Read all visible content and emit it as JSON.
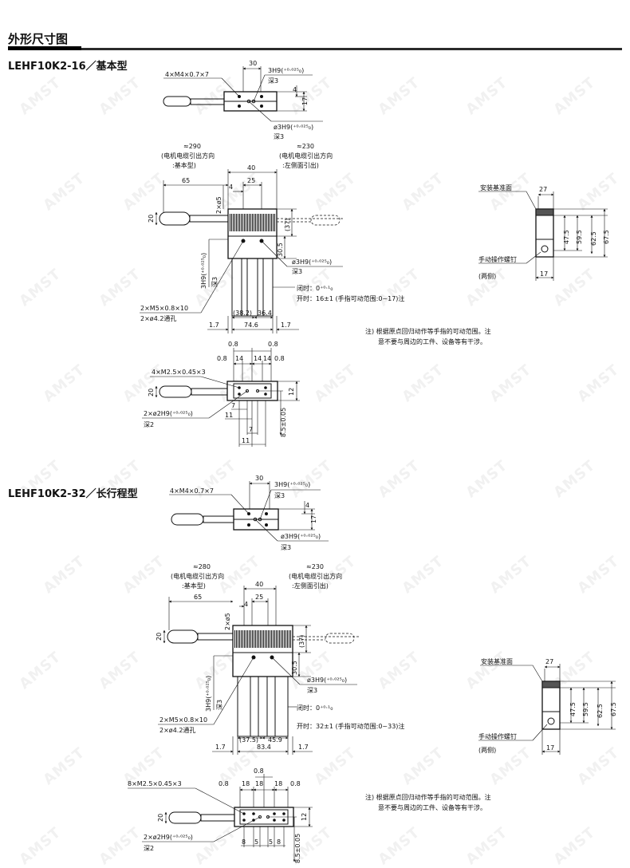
{
  "section_title": "外形尺寸图",
  "watermark": "AMST",
  "models": [
    {
      "title": "LEHF10K2-16／基本型",
      "top": {
        "dim_30": "30",
        "tap": "4×M4×0.7×7",
        "pin_top": "3H9(⁺⁰·⁰²⁵₀)",
        "depth_top": "深3",
        "dim_4": "4",
        "dim_17": "17",
        "pin_bot": "ø3H9(⁺⁰·⁰²⁵₀)",
        "depth_bot": "深3"
      },
      "front": {
        "cable_basic_len": "≈290",
        "cable_basic_line1": "(电机电缆引出方向",
        "cable_basic_line2": ":基本型)",
        "cable_left_len": "≈230",
        "cable_left_line1": "(电机电缆引出方向",
        "cable_left_line2": ":左侧面引出)",
        "dim_65": "65",
        "dim_40": "40",
        "dim_25": "25",
        "dim_4": "4",
        "dim_2x5": "2×ø5",
        "dim_20": "20",
        "dim_37": "(37)",
        "dim_30_5": "30.5",
        "pin": "ø3H9(⁺⁰·⁰²⁵₀)",
        "pin_depth": "深3",
        "side_pin": "3H9(⁺⁰·⁰²⁵₀)",
        "side_depth": "深3",
        "closed": "闭时：0⁺⁰·¹₀",
        "open": "开时：16±1 (手指可动范围:0~17)注",
        "tap": "2×M5×0.8×10",
        "through": "2×ø4.2通孔",
        "dim_38_2": "(38.2)",
        "dim_36_4": "36.4",
        "dim_1_7a": "1.7",
        "dim_74_6": "74.6",
        "dim_1_7b": "1.7"
      },
      "bottom": {
        "dim_0_8a": "0.8",
        "dim_0_8b": "0.8",
        "dim_0_8c": "0.8",
        "dim_14a": "14",
        "dim_14b": "14",
        "dim_14c": "14",
        "dim_0_8d": "0.8",
        "tap": "4×M2.5×0.45×3",
        "dim_20": "20",
        "dim_12": "12",
        "dim_7a": "7",
        "pin": "2×ø2H9(⁺⁰·⁰²⁵₀)",
        "depth": "深2",
        "dim_11a": "11",
        "dim_7b": "7",
        "dim_8_5": "8.5±0.05",
        "dim_11b": "11"
      },
      "side": {
        "mount_ref": "安装基准面",
        "dim_27": "27",
        "dim_47_5": "47.5",
        "dim_59_5": "59.5",
        "dim_62_5": "62.5",
        "dim_67_5": "67.5",
        "screw": "手动操作螺钉",
        "both_sides": "(两侧)",
        "dim_17": "17"
      },
      "note_line1": "注) 根据原点回归动作等手指的可动范围。注",
      "note_line2": "意不要与周边的工件、设备等有干涉。"
    },
    {
      "title": "LEHF10K2-32／长行程型",
      "top": {
        "dim_30": "30",
        "tap": "4×M4×0.7×7",
        "pin_top": "3H9(⁺⁰·⁰²⁵₀)",
        "depth_top": "深3",
        "dim_4": "4",
        "dim_17": "17",
        "pin_bot": "ø3H9(⁺⁰·⁰²⁵₀)",
        "depth_bot": "深3"
      },
      "front": {
        "cable_basic_len": "≈280",
        "cable_basic_line1": "(电机电缆引出方向",
        "cable_basic_line2": ":基本型)",
        "cable_left_len": "≈230",
        "cable_left_line1": "(电机电缆引出方向",
        "cable_left_line2": ":左侧面引出)",
        "dim_65": "65",
        "dim_40": "40",
        "dim_25": "25",
        "dim_4": "4",
        "dim_2x5": "2×ø5",
        "dim_20": "20",
        "dim_37": "(37)",
        "dim_30_5": "30.5",
        "pin": "ø3H9(⁺⁰·⁰²⁵₀)",
        "pin_depth": "深3",
        "side_pin": "3H9(⁺⁰·⁰²⁵₀)",
        "side_depth": "深3",
        "closed": "闭时：0⁺⁰·¹₀",
        "open": "开时：32±1 (手指可动范围:0~33)注",
        "tap": "2×M5×0.8×10",
        "through": "2×ø4.2通孔",
        "dim_38_2": "(37.5)",
        "dim_36_4": "45.9",
        "dim_1_7a": "1.7",
        "dim_74_6": "83.4",
        "dim_1_7b": "1.7"
      },
      "bottom": {
        "dim_0_8_top": "0.8",
        "tap": "8×M2.5×0.45×3",
        "dim_0_8a": "0.8",
        "dim_18a": "18",
        "dim_18b": "18",
        "dim_18c": "18",
        "dim_0_8b": "0.8",
        "dim_20": "20",
        "dim_12": "12",
        "pin": "2×ø2H9(⁺⁰·⁰²⁵₀)",
        "depth": "深2",
        "dim_8a": "8",
        "dim_5a": "5",
        "dim_5b": "5",
        "dim_8b": "8",
        "dim_8_5": "8.5±0.05"
      },
      "side": {
        "mount_ref": "安装基准面",
        "dim_27": "27",
        "dim_47_5": "47.5",
        "dim_59_5": "59.5",
        "dim_62_5": "62.5",
        "dim_67_5": "67.5",
        "screw": "手动操作螺钉",
        "both_sides": "(两侧)",
        "dim_17": "17"
      },
      "note_line1": "注) 根据原点回归动作等手指的可动范围。注",
      "note_line2": "意不要与周边的工件、设备等有干涉。"
    }
  ]
}
